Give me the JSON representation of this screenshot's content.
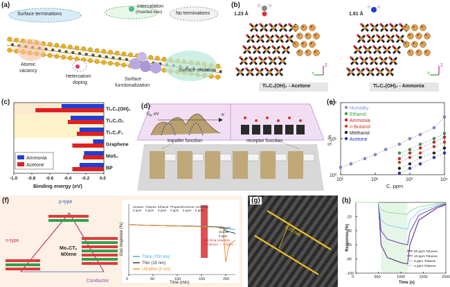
{
  "panel_a": {
    "label": "(a)",
    "annotations": {
      "surface_terminations": "Surface terminations",
      "intercalation": "Intercalation",
      "intercalation_sub": "(Inserted ions)",
      "no_terminations": "No terminations",
      "atomic_vacancy_1": "Atomic",
      "atomic_vacancy_2": "vacancy",
      "heteroatom_1": "Heteroatom",
      "heteroatom_2": "doping",
      "surface_func_1": "Surface",
      "surface_func_2": "functionalization",
      "surface_oxidation": "Surface oxidation"
    }
  },
  "panel_b": {
    "label": "(b)",
    "distance_left": "1.23 Å",
    "distance_right": "1.81 Å",
    "caption_left": "Ti₃C₂(OH)₂ - Acetone",
    "caption_right": "Ti₃C₂(OH)₂ - Ammonia",
    "axis_y": "Y",
    "axis_z": "Z"
  },
  "panel_c": {
    "label": "(c)",
    "xlabel": "Binding energy (eV)",
    "legend": [
      "Ammonia",
      "Acetone"
    ],
    "colors": {
      "ammonia": "#1f3fd6",
      "acetone": "#e02020"
    }
  },
  "panel_d": {
    "label": "(d)",
    "ylabel": "E",
    "ylabel_sub": "b",
    "ylabel_unit": ", eV",
    "electron": "e⁻",
    "transfer": "transfer function",
    "receptor": "receptor function"
  },
  "panel_e": {
    "label": "(e)",
    "ylabel": "S, %",
    "xlabel": "C, ppm",
    "legend": [
      "Humidity",
      "Ethanol",
      "Ammonia",
      "n-Butanol",
      "Methanol",
      "Acetone"
    ],
    "colors": [
      "#8a8ad8",
      "#3aa33a",
      "#d02020",
      "#d04020",
      "#222222",
      "#2030c0"
    ]
  },
  "panel_f": {
    "label": "(f)",
    "p_type": "p-type",
    "n_type": "n-type",
    "center_1": "Mo₂CTₓ",
    "center_2": "MXene",
    "conductor": "Conductor",
    "ylabel": "Gas response (%)",
    "xlabel": "Time (min)",
    "legend": [
      "Thick (700 nm)",
      "Thin (15 nm)",
      "Ultrathin (5 nm)"
    ],
    "colors": [
      "#3fa6e0",
      "#333333",
      "#f09020"
    ],
    "gas_labels": [
      {
        "name": "Hexane",
        "conc": "5 ppm"
      },
      {
        "name": "Toluene",
        "conc": "5 ppm"
      },
      {
        "name": "Ethanol",
        "conc": "5 ppm"
      },
      {
        "name": "Propanal",
        "conc": "5 ppm"
      },
      {
        "name": "Acetone",
        "conc": "5 ppm"
      },
      {
        "name": "Ammonia",
        "conc": "5 ppm"
      }
    ],
    "switching_1": "Switching response",
    "switching_2": "(Conductor → n-type)",
    "nitrogen_1": "Nitrogen",
    "nitrogen_2": "dioxide",
    "nitrogen_3": "5 ppm"
  },
  "panel_g": {
    "label": "(g)",
    "lattice": "1.25 nm"
  },
  "panel_h": {
    "label": "(h)",
    "ylabel": "Response (%)",
    "xlabel": "Time (s)",
    "legend": [
      "50 ppm Toluene",
      "10 ppm Toluene",
      "5 ppm Toluene",
      "1 ppm Toluene"
    ],
    "colors": [
      "#5a2a8a",
      "#7a4ab0",
      "#8fd0e8",
      "#a0e0a0"
    ]
  },
  "chart_data": [
    {
      "type": "bar",
      "panel": "c",
      "orientation": "horizontal",
      "categories": [
        "Ti₃C₂(OH)₂",
        "Ti₃C₂O₂",
        "Ti₃C₂F₂",
        "Graphene",
        "MoS₂",
        "BP"
      ],
      "series": [
        {
          "name": "Ammonia",
          "values": [
            -0.47,
            -0.37,
            -0.27,
            -0.12,
            -0.22,
            -0.27
          ]
        },
        {
          "name": "Acetone",
          "values": [
            -0.76,
            -0.4,
            -0.3,
            -0.35,
            -0.23,
            -0.35
          ]
        }
      ],
      "xlabel": "Binding energy (eV)",
      "xlim": [
        -1.0,
        0.0
      ],
      "xticks": [
        "-1.0",
        "-0.8",
        "-0.6",
        "-0.4",
        "-0.2",
        "0.0"
      ],
      "legend_position": "bottom-left"
    },
    {
      "type": "scatter",
      "panel": "e",
      "xscale": "log",
      "yscale": "log",
      "xlim": [
        10,
        10000
      ],
      "ylim": [
        1,
        100
      ],
      "xticks": [
        "10¹",
        "10²",
        "10³",
        "10⁴"
      ],
      "yticks": [
        "10⁰",
        "10¹",
        "10²"
      ],
      "xlabel": "C, ppm",
      "ylabel": "S, %",
      "series": [
        {
          "name": "Humidity",
          "x": [
            10,
            20,
            50,
            100,
            200,
            500,
            1000,
            2000,
            5000,
            10000
          ],
          "y": [
            1.6,
            2.0,
            2.8,
            3.6,
            5,
            7,
            10,
            13,
            20,
            40
          ]
        },
        {
          "name": "Ethanol",
          "x": [
            500,
            1000,
            2000,
            5000,
            10000
          ],
          "y": [
            4,
            5,
            7,
            10,
            14
          ]
        },
        {
          "name": "Ammonia",
          "x": [
            500,
            1000,
            2000,
            5000,
            10000
          ],
          "y": [
            2.8,
            4,
            5.5,
            8,
            11
          ]
        },
        {
          "name": "n-Butanol",
          "x": [
            500,
            1000,
            2000,
            5000,
            10000
          ],
          "y": [
            2.2,
            3,
            4,
            6,
            8
          ]
        },
        {
          "name": "Methanol",
          "x": [
            500,
            1000,
            2000,
            5000,
            10000
          ],
          "y": [
            1.5,
            2,
            3,
            4,
            5.5
          ]
        },
        {
          "name": "Acetone",
          "x": [
            500,
            1000,
            2000,
            5000,
            10000
          ],
          "y": [
            1.1,
            1.5,
            2,
            3,
            4
          ]
        }
      ]
    },
    {
      "type": "line",
      "panel": "f",
      "xlabel": "Time (min)",
      "ylabel": "Gas response (%)",
      "xlim": [
        0,
        220
      ],
      "xticks": [
        0,
        50,
        100,
        150,
        200
      ],
      "series": [
        {
          "name": "Thick (700 nm)",
          "x": [
            0,
            30,
            60,
            90,
            120,
            150,
            180,
            195,
            200,
            210,
            220
          ],
          "y": [
            0,
            -0.1,
            -0.15,
            -0.2,
            -0.2,
            -0.25,
            -0.3,
            -0.4,
            -0.6,
            -0.7,
            -0.8
          ]
        },
        {
          "name": "Thin (15 nm)",
          "x": [
            0,
            30,
            60,
            90,
            120,
            150,
            180,
            195,
            200,
            210,
            220
          ],
          "y": [
            0,
            -0.1,
            -0.15,
            -0.2,
            -0.25,
            -0.3,
            -0.4,
            -0.5,
            -1.0,
            -1.2,
            -1.4
          ]
        },
        {
          "name": "Ultrathin (5 nm)",
          "x": [
            0,
            30,
            60,
            90,
            120,
            150,
            180,
            195,
            200,
            205,
            210,
            220
          ],
          "y": [
            0,
            -0.1,
            -0.15,
            -0.2,
            -0.25,
            -0.3,
            -0.4,
            -0.5,
            -6.0,
            -4.0,
            -3.0,
            -2.5
          ]
        }
      ]
    },
    {
      "type": "line",
      "panel": "h",
      "xlabel": "Time (s)",
      "ylabel": "Response (%)",
      "xlim": [
        0,
        2000
      ],
      "ylim": [
        -100,
        0
      ],
      "xticks": [
        "0",
        "500",
        "1000",
        "1500",
        "2000"
      ],
      "yticks": [
        "0",
        "-20",
        "-40",
        "-60",
        "-80",
        "-100"
      ],
      "series": [
        {
          "name": "50 ppm Toluene",
          "x": [
            0,
            500,
            560,
            700,
            1000,
            1150,
            1200,
            1400,
            1800,
            2000
          ],
          "y": [
            0,
            0,
            -60,
            -78,
            -85,
            -87,
            -60,
            -25,
            -8,
            -3
          ]
        },
        {
          "name": "10 ppm Toluene",
          "x": [
            0,
            500,
            560,
            700,
            1000,
            1150,
            1200,
            1400,
            1800,
            2000
          ],
          "y": [
            0,
            0,
            -40,
            -52,
            -58,
            -60,
            -42,
            -18,
            -6,
            -2
          ]
        },
        {
          "name": "5 ppm Toluene",
          "x": [
            0,
            500,
            560,
            700,
            1000,
            1150,
            1200,
            1400,
            1800,
            2000
          ],
          "y": [
            0,
            0,
            -25,
            -32,
            -36,
            -38,
            -26,
            -12,
            -4,
            -1
          ]
        },
        {
          "name": "1 ppm Toluene",
          "x": [
            0,
            500,
            560,
            700,
            1000,
            1150,
            1200,
            1400,
            1800,
            2000
          ],
          "y": [
            0,
            0,
            -10,
            -14,
            -16,
            -17,
            -12,
            -6,
            -2,
            -1
          ]
        }
      ]
    }
  ]
}
